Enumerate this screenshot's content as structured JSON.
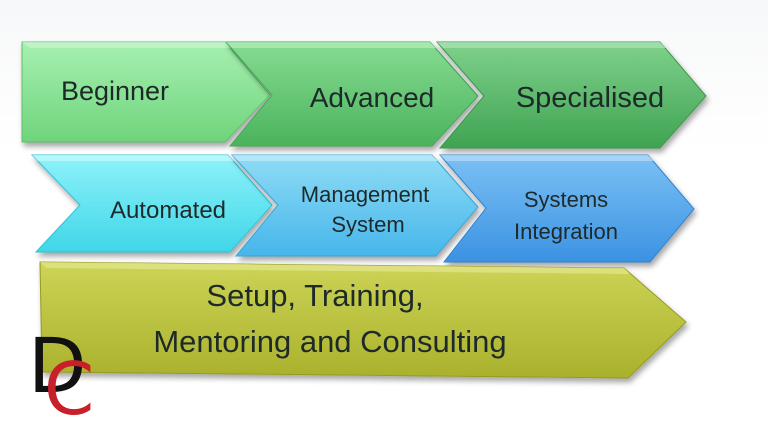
{
  "diagram": {
    "row1": [
      {
        "label": "Beginner",
        "color": "#7ee08a"
      },
      {
        "label": "Advanced",
        "color": "#5cc46c"
      },
      {
        "label": "Specialised",
        "color": "#4fb460"
      }
    ],
    "row2": [
      {
        "line1": "Automated",
        "line2": "",
        "color": "#5ee6f2"
      },
      {
        "line1": "Management",
        "line2": "System",
        "color": "#5ec9f0"
      },
      {
        "line1": "Systems",
        "line2": "Integration",
        "color": "#4aa6ec"
      }
    ],
    "row3": {
      "line1": "Setup, Training,",
      "line2": "Mentoring and Consulting",
      "color": "#b8c03a"
    }
  },
  "logo": {
    "letter1": "D",
    "letter2": "C",
    "color1": "#111111",
    "color2": "#c8202a"
  }
}
